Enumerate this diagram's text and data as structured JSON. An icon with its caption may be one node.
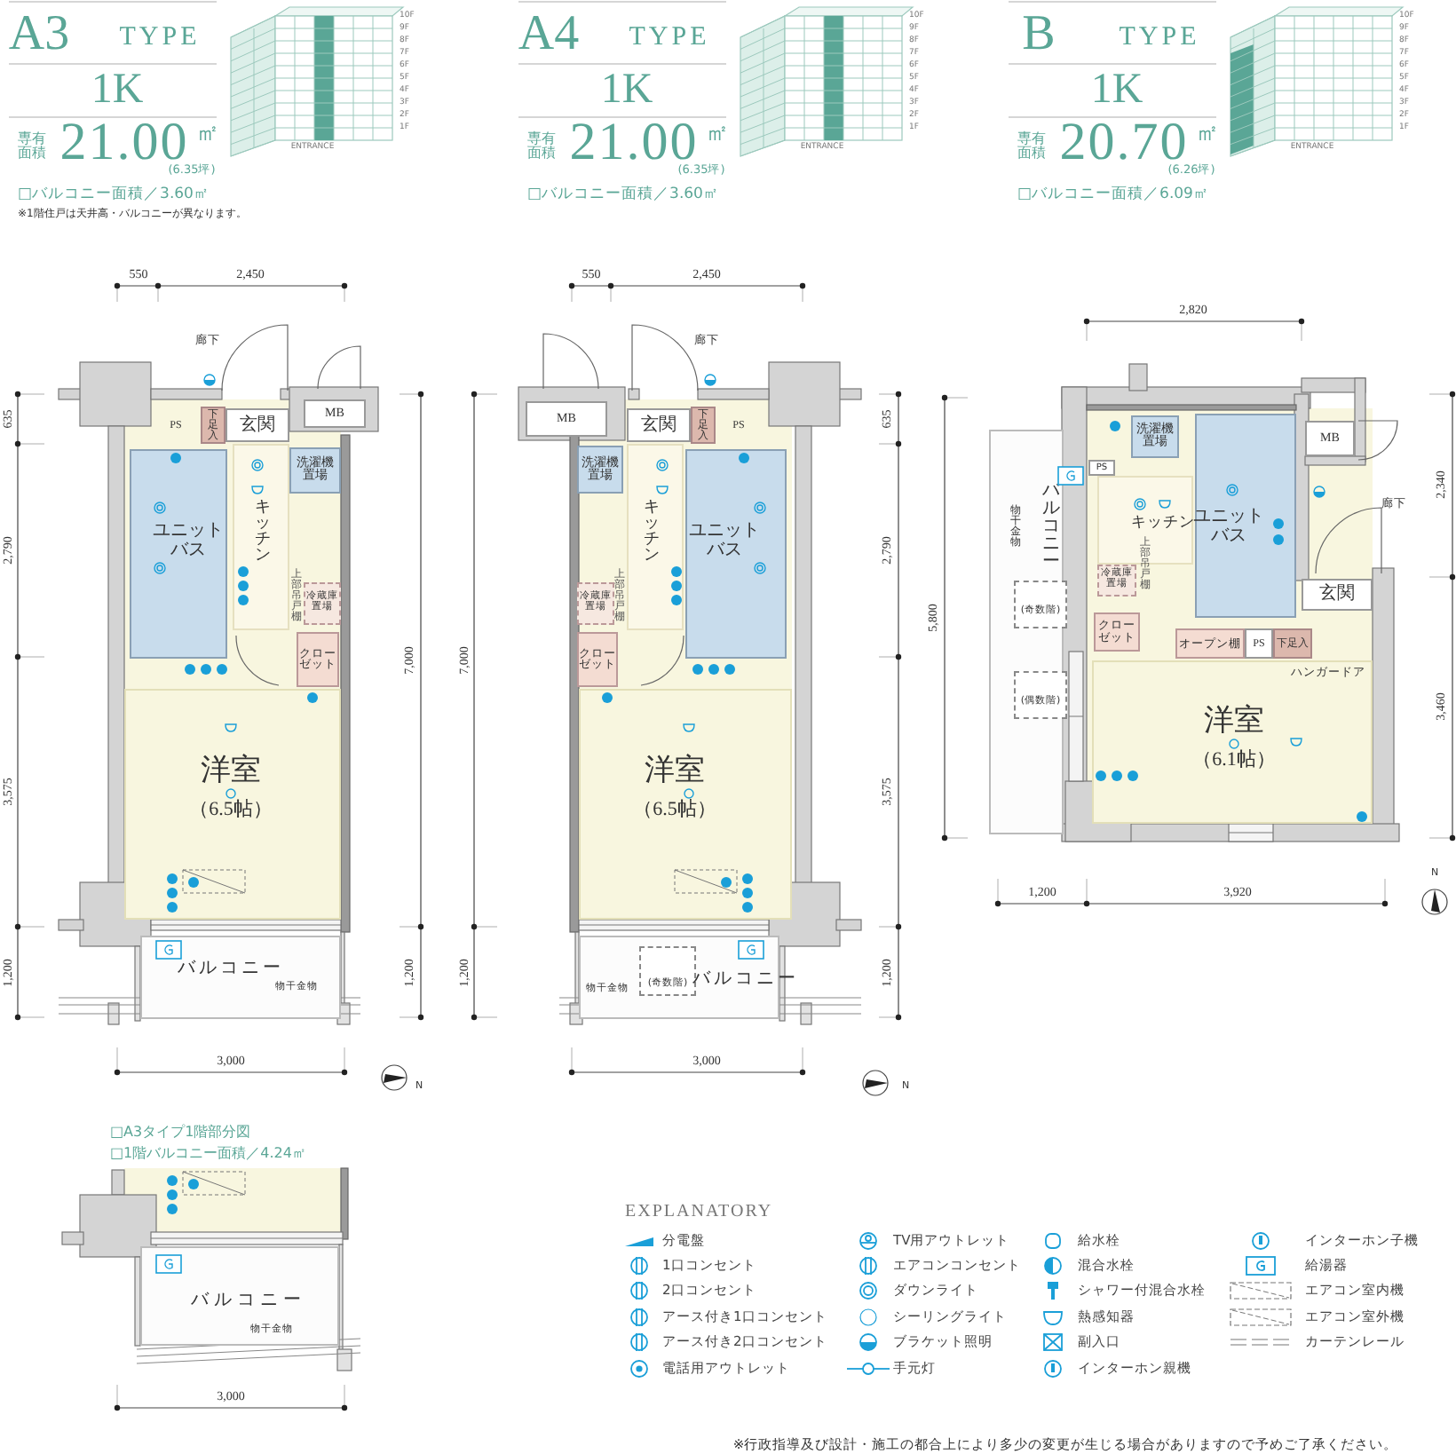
{
  "diagram": {
    "nodes": [
      {
        "text": [
          "下足入"
        ]
      },
      {
        "text": [
          "玄関"
        ]
      },
      {
        "text": [
          "MB"
        ]
      },
      {
        "text": [
          "ユニットバス"
        ]
      },
      {
        "text": [
          "キッチン"
        ]
      },
      {
        "text": [
          "洗濯機置場"
        ]
      },
      {
        "text": [
          "冷蔵庫置場"
        ]
      },
      {
        "text": [
          "クローゼット"
        ]
      },
      {
        "text": [
          "洋室",
          "（6.5帖）"
        ]
      },
      {
        "text": [
          "バルコニー"
        ]
      },
      {
        "text": [
          "MB"
        ]
      },
      {
        "text": [
          "玄関"
        ]
      },
      {
        "text": [
          "下足入"
        ]
      },
      {
        "text": [
          "洗濯機置場"
        ]
      },
      {
        "text": [
          "キッチン"
        ]
      },
      {
        "text": [
          "ユニットバス"
        ]
      },
      {
        "text": [
          "冷蔵庫置場"
        ]
      },
      {
        "text": [
          "クローゼット"
        ]
      },
      {
        "text": [
          "洋室",
          "（6.5帖）"
        ]
      },
      {
        "text": [
          "バルコニー"
        ]
      },
      {
        "text": [
          "(奇数階)"
        ],
        "in": 19
      },
      {
        "text": [
          "洗濯機置場"
        ]
      },
      {
        "text": [
          "ユニットバス"
        ]
      },
      {
        "text": [
          "MB"
        ]
      },
      {
        "text": [
          "PS"
        ]
      },
      {
        "text": [
          "キッチン"
        ]
      },
      {
        "text": [
          "冷蔵庫置場"
        ]
      },
      {
        "text": [
          "玄関"
        ]
      },
      {
        "text": [
          "クローゼット"
        ]
      },
      {
        "text": [
          "オープン棚"
        ]
      },
      {
        "text": [
          "PS"
        ]
      },
      {
        "text": [
          "下足入"
        ]
      },
      {
        "text": [
          "洋室",
          "（6.1帖）"
        ]
      },
      {
        "text": [
          "バルコニー"
        ]
      },
      {
        "text": [
          "(奇数階)"
        ],
        "in": 33
      },
      {
        "text": [
          "(偶数階)"
        ],
        "in": 33
      },
      {
        "text": [
          "バルコニー"
        ]
      }
    ],
    "labels": [
      "A3",
      "TYPE",
      "1K",
      "専有面積",
      "21.00",
      "㎡",
      "(6.35坪)",
      "□バルコニー面積／3.60㎡",
      "※1階住戸は天井高・バルコニーが異なります。",
      "10F",
      "9F",
      "8F",
      "7F",
      "6F",
      "5F",
      "4F",
      "3F",
      "2F",
      "1F",
      "ENTRANCE",
      "A4",
      "TYPE",
      "1K",
      "専有面積",
      "21.00",
      "㎡",
      "(6.35坪)",
      "□バルコニー面積／3.60㎡",
      "10F",
      "9F",
      "8F",
      "7F",
      "6F",
      "5F",
      "4F",
      "3F",
      "2F",
      "1F",
      "ENTRANCE",
      "B",
      "TYPE",
      "1K",
      "専有面積",
      "20.70",
      "㎡",
      "(6.26坪)",
      "□バルコニー面積／6.09㎡",
      "10F",
      "9F",
      "8F",
      "7F",
      "6F",
      "5F",
      "4F",
      "3F",
      "2F",
      "1F",
      "ENTRANCE",
      "550",
      "2,450",
      "廊下",
      "PS",
      "上部吊戸棚",
      "物干金物",
      "635",
      "2,790",
      "3,575",
      "1,200",
      "7,000",
      "1,200",
      "3,000",
      "N",
      "550",
      "2,450",
      "廊下",
      "PS",
      "上部吊戸棚",
      "物干金物",
      "7,000",
      "1,200",
      "635",
      "2,790",
      "3,575",
      "1,200",
      "3,000",
      "N",
      "2,820",
      "廊下",
      "上部吊戸棚",
      "物干金物",
      "ハンガードア",
      "5,800",
      "2,340",
      "3,460",
      "1,200",
      "3,920",
      "N",
      "□A3タイプ1階部分図",
      "□1階バルコニー面積／4.24㎡",
      "物干金物",
      "3,000",
      "EXPLANATORY",
      "※行政指導及び設計・施工の都合上により多少の変更が生じる場合がありますので予めご了承ください。"
    ],
    "legend": [
      {
        "text": "分電盤"
      },
      {
        "text": "1口コンセント"
      },
      {
        "text": "2口コンセント"
      },
      {
        "text": "アース付き1口コンセント"
      },
      {
        "text": "アース付き2口コンセント"
      },
      {
        "text": "電話用アウトレット"
      },
      {
        "text": "TV用アウトレット"
      },
      {
        "text": "エアコンコンセント"
      },
      {
        "text": "ダウンライト"
      },
      {
        "text": "シーリングライト"
      },
      {
        "text": "ブラケット照明"
      },
      {
        "text": "手元灯"
      },
      {
        "text": "給水栓"
      },
      {
        "text": "混合水栓"
      },
      {
        "text": "シャワー付混合水栓"
      },
      {
        "text": "熱感知器"
      },
      {
        "text": "副入口"
      },
      {
        "text": "インターホン親機"
      },
      {
        "text": "インターホン子機"
      },
      {
        "text": "給湯器"
      },
      {
        "text": "エアコン室内機"
      },
      {
        "text": "エアコン室外機"
      },
      {
        "text": "カーテンレール"
      }
    ]
  }
}
